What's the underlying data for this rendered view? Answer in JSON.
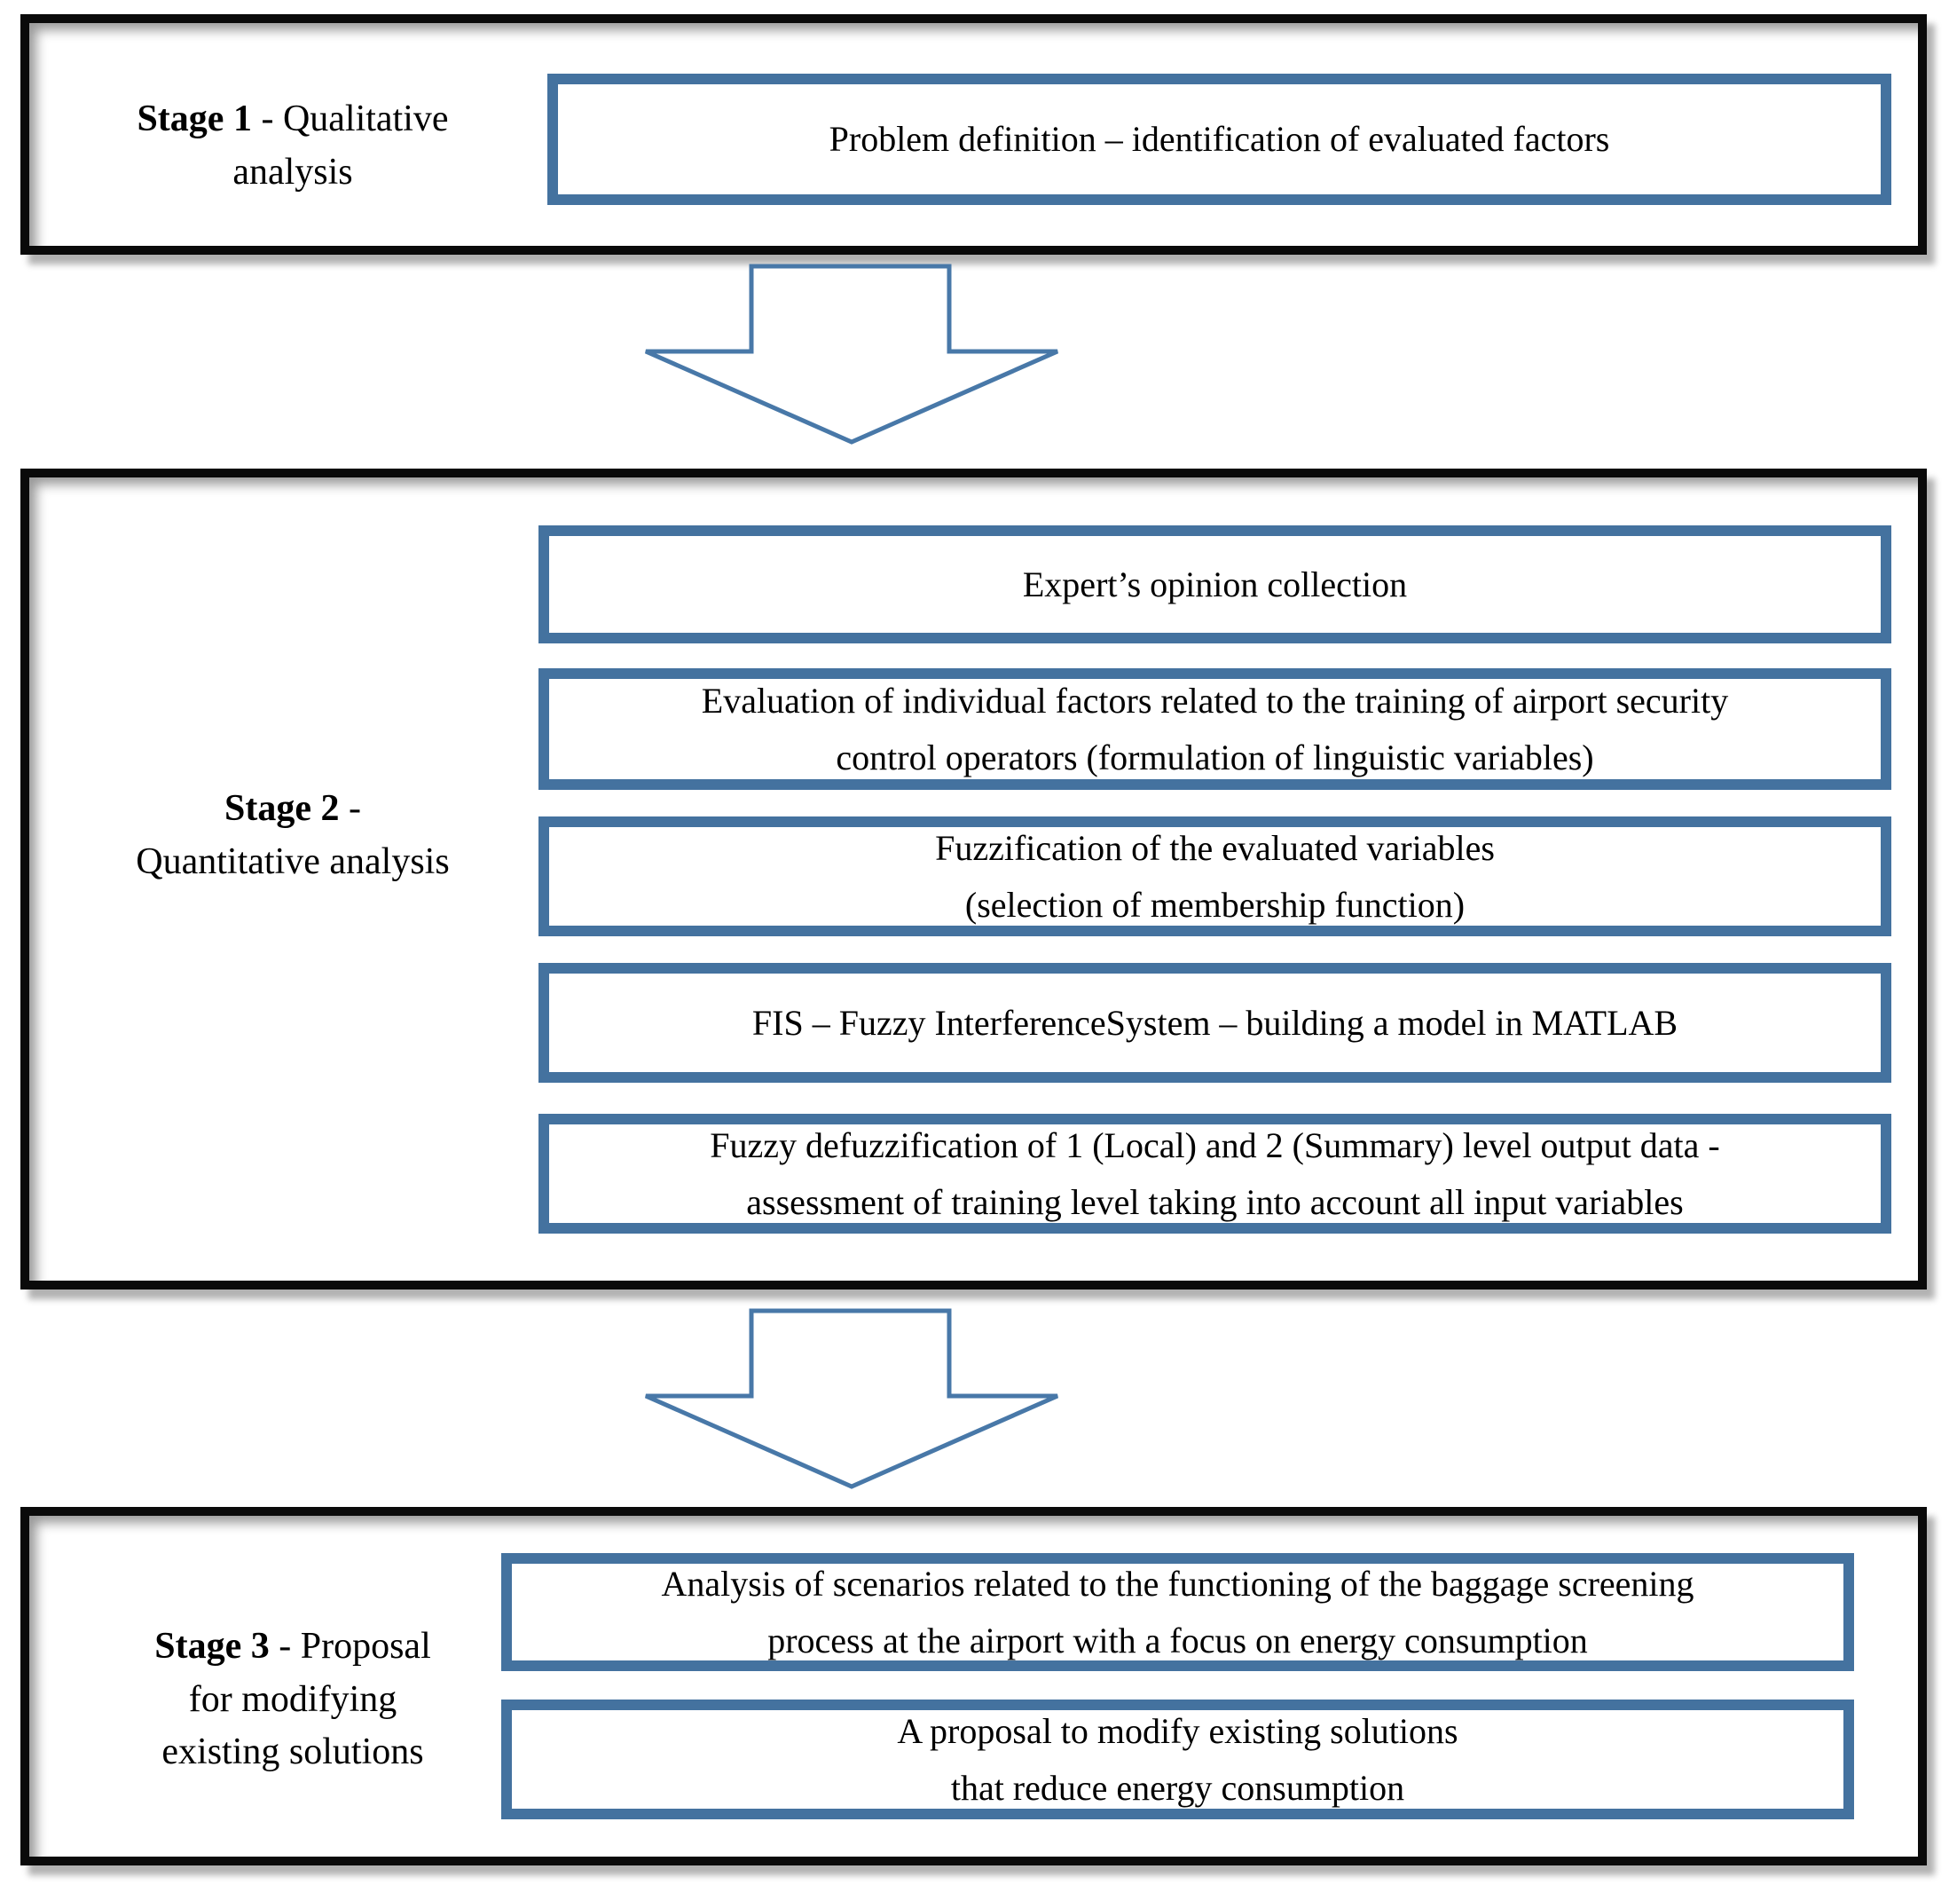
{
  "figure": {
    "type": "flowchart",
    "colors": {
      "frame_border": "#0a0a0a",
      "box_border": "#44729F",
      "arrow_stroke": "#4878A8",
      "text": "#000000",
      "background": "#ffffff"
    },
    "icons": {
      "connector": "down-block-arrow-outline",
      "connector_count": 2
    },
    "stages": [
      {
        "id": "stage-1",
        "label": {
          "bold": "Stage 1",
          "line1_rest": " - Qualitative",
          "line2": "analysis"
        },
        "boxes": [
          {
            "lines": [
              "Problem definition – identification of evaluated factors"
            ]
          }
        ]
      },
      {
        "id": "stage-2",
        "label": {
          "bold": "Stage 2",
          "line1_rest": " -",
          "line2": "Quantitative analysis"
        },
        "boxes": [
          {
            "lines": [
              "Expert’s opinion collection"
            ]
          },
          {
            "lines": [
              "Evaluation of individual factors related to the training of airport security",
              "control operators (formulation of linguistic variables)"
            ]
          },
          {
            "lines": [
              "Fuzzification of the evaluated variables",
              "(selection of membership function)"
            ]
          },
          {
            "lines": [
              "FIS – Fuzzy InterferenceSystem – building a model in MATLAB"
            ]
          },
          {
            "lines": [
              "Fuzzy defuzzification of 1 (Local) and 2 (Summary) level output data -",
              "assessment of training level taking into account all input variables"
            ]
          }
        ]
      },
      {
        "id": "stage-3",
        "label": {
          "bold": "Stage 3",
          "line1_rest": " - Proposal",
          "line2": "for modifying",
          "line3": "existing solutions"
        },
        "boxes": [
          {
            "lines": [
              "Analysis of scenarios related to the functioning of the baggage screening",
              "process at the airport with a focus on energy consumption"
            ]
          },
          {
            "lines": [
              "A proposal to modify existing solutions",
              "that reduce energy consumption"
            ]
          }
        ]
      }
    ]
  }
}
